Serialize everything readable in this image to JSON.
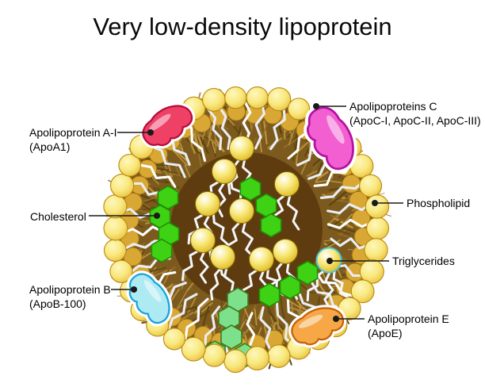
{
  "title": "Very low-density lipoprotein",
  "diagram": {
    "labels": {
      "apoa1": {
        "line1": "Apolipoprotein A-I",
        "line2": "(ApoA1)"
      },
      "apoc": {
        "line1": "Apolipoproteins C",
        "line2": "(ApoC-I, ApoC-II, ApoC-III)"
      },
      "cholesterol": {
        "line1": "Cholesterol"
      },
      "phospholipid": {
        "line1": "Phospholipid"
      },
      "triglycerides": {
        "line1": "Triglycerides"
      },
      "apob": {
        "line1": "Apolipoprotein B",
        "line2": "(ApoB-100)"
      },
      "apoe": {
        "line1": "Apolipoprotein E",
        "line2": "(ApoE)"
      }
    },
    "colors": {
      "apoa1_fill": "#ef4066",
      "apoa1_stroke": "#b30f3a",
      "apoc_fill": "#f25fd1",
      "apoc_stroke": "#b312a0",
      "apob_fill": "#aeeaf2",
      "apob_stroke": "#18a2da",
      "apoe_fill": "#f5a845",
      "apoe_stroke": "#c75f06",
      "head_pale": "#f9e87e",
      "head_pale_edge": "#b9880e",
      "head_gold": "#d9a733",
      "head_gold_edge": "#9c7116",
      "corona_base": "#7c5a1d",
      "core": "#5f3c10",
      "fiber_light": "#b08c3a",
      "fiber_mid": "#96702a",
      "fiber_dark": "#5c430f",
      "tail_white": "#e9eef5",
      "sphere_yellow": "#f2d43c",
      "sphere_edge": "#8a6d00",
      "sphere_label_edge": "#49c8d8",
      "hex_green": "#3fd214",
      "hex_green_edge": "#1f8f06",
      "hex_mint": "#7de08a",
      "hex_mint_edge": "#3f7a1e",
      "leader": "#1a1a1a"
    }
  }
}
